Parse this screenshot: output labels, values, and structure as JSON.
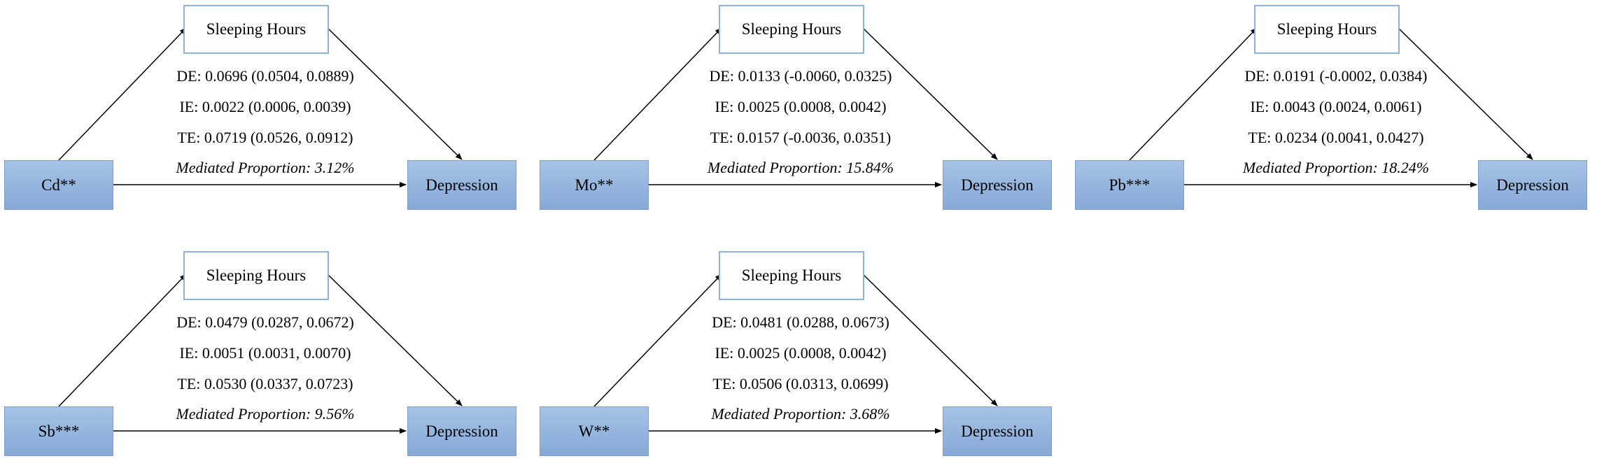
{
  "panels": [
    {
      "exposure": "Cd**",
      "mediator": "Sleeping Hours",
      "outcome": "Depression",
      "de": "DE: 0.0696 (0.0504, 0.0889)",
      "ie": "IE: 0.0022 (0.0006, 0.0039)",
      "te": "TE: 0.0719 (0.0526, 0.0912)",
      "mp": "Mediated Proportion: 3.12%"
    },
    {
      "exposure": "Mo**",
      "mediator": "Sleeping Hours",
      "outcome": "Depression",
      "de": "DE: 0.0133 (-0.0060, 0.0325)",
      "ie": "IE: 0.0025 (0.0008, 0.0042)",
      "te": "TE: 0.0157 (-0.0036, 0.0351)",
      "mp": "Mediated Proportion: 15.84%"
    },
    {
      "exposure": "Pb***",
      "mediator": "Sleeping Hours",
      "outcome": "Depression",
      "de": "DE: 0.0191 (-0.0002, 0.0384)",
      "ie": "IE: 0.0043 (0.0024, 0.0061)",
      "te": "TE: 0.0234 (0.0041, 0.0427)",
      "mp": "Mediated Proportion: 18.24%"
    },
    {
      "exposure": "Sb***",
      "mediator": "Sleeping Hours",
      "outcome": "Depression",
      "de": "DE: 0.0479 (0.0287, 0.0672)",
      "ie": "IE: 0.0051 (0.0031, 0.0070)",
      "te": "TE: 0.0530 (0.0337, 0.0723)",
      "mp": "Mediated Proportion: 9.56%"
    },
    {
      "exposure": "W**",
      "mediator": "Sleeping Hours",
      "outcome": "Depression",
      "de": "DE: 0.0481 (0.0288, 0.0673)",
      "ie": "IE: 0.0025 (0.0008, 0.0042)",
      "te": "TE: 0.0506 (0.0313, 0.0699)",
      "mp": "Mediated Proportion: 3.68%"
    }
  ]
}
